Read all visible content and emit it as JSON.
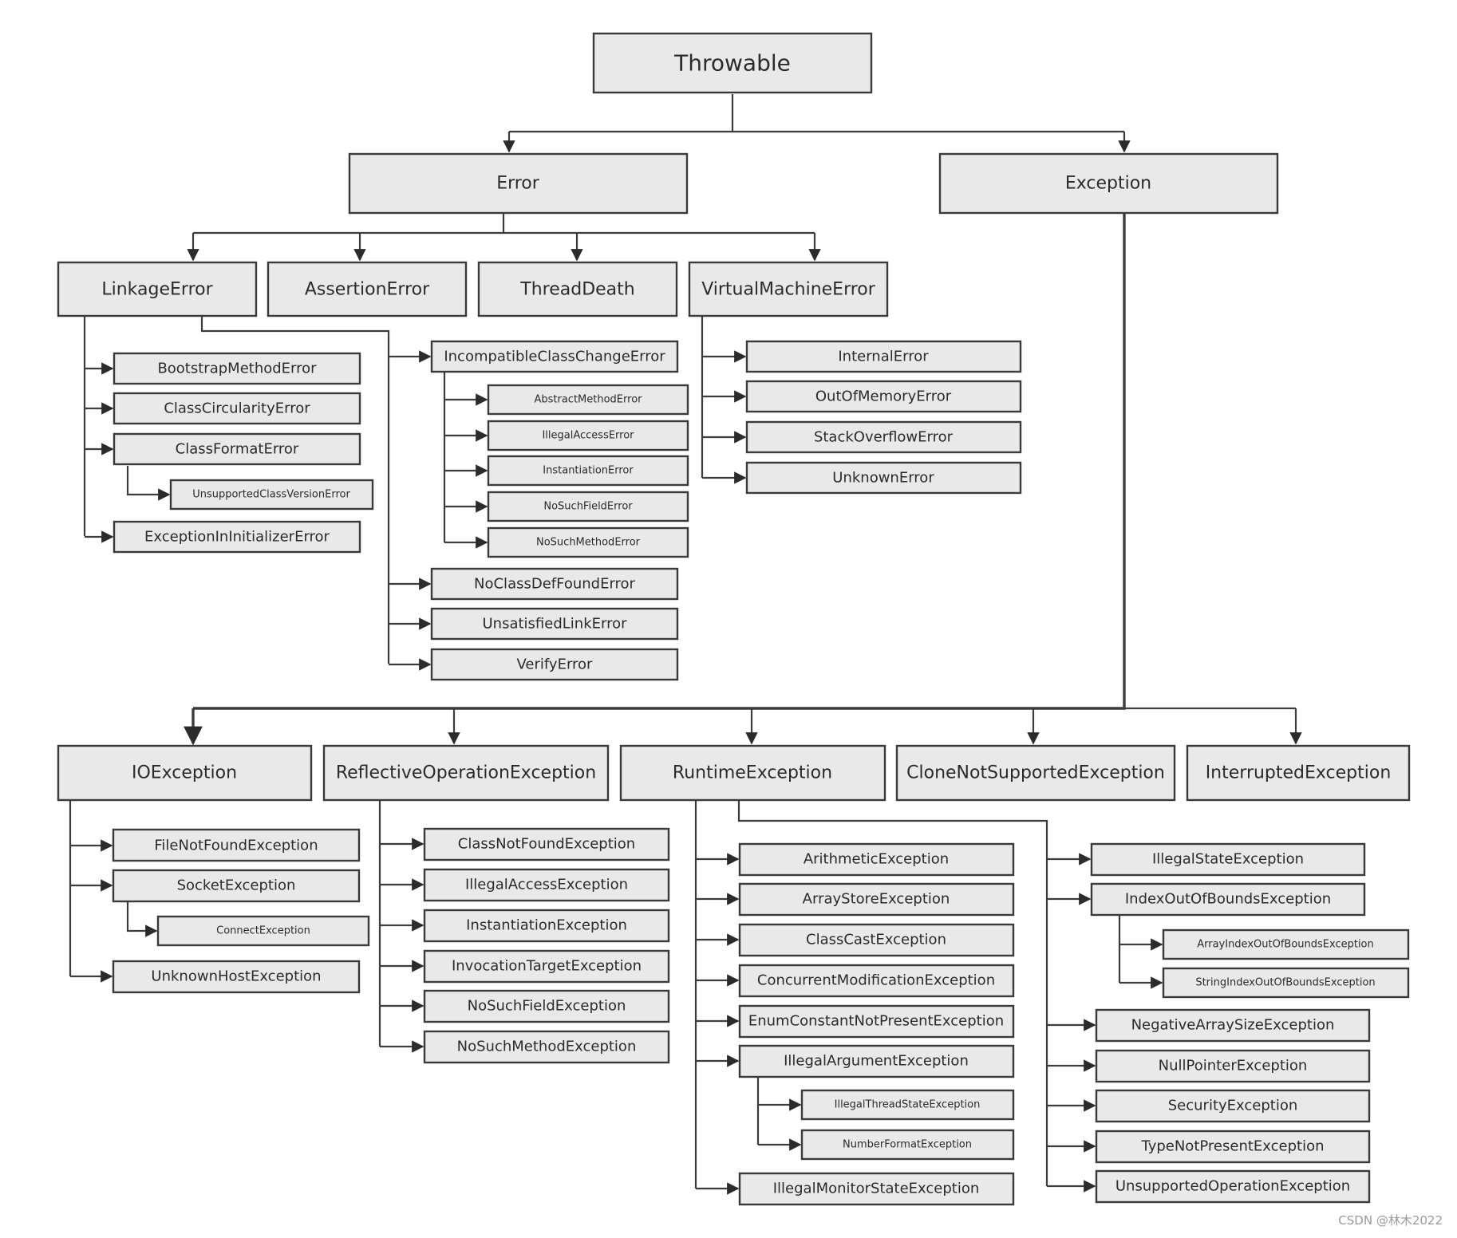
{
  "diagram": {
    "root": "Throwable",
    "error": {
      "label": "Error",
      "linkage": {
        "label": "LinkageError",
        "direct": [
          "BootstrapMethodError",
          "ClassCircularityError",
          "ClassFormatError",
          "ExceptionInInitializerError"
        ],
        "class_format_child": "UnsupportedClassVersionError",
        "icce": "IncompatibleClassChangeError",
        "icce_children": [
          "AbstractMethodError",
          "IllegalAccessError",
          "InstantiationError",
          "NoSuchFieldError",
          "NoSuchMethodError"
        ],
        "other": [
          "NoClassDefFoundError",
          "UnsatisfiedLinkError",
          "VerifyError"
        ]
      },
      "assertion": "AssertionError",
      "thread_death": "ThreadDeath",
      "vm": {
        "label": "VirtualMachineError",
        "children": [
          "InternalError",
          "OutOfMemoryError",
          "StackOverflowError",
          "UnknownError"
        ]
      }
    },
    "exception": {
      "label": "Exception",
      "io": {
        "label": "IOException",
        "children": [
          "FileNotFoundException",
          "SocketException",
          "UnknownHostException"
        ],
        "socket_child": "ConnectException"
      },
      "reflective": {
        "label": "ReflectiveOperationException",
        "children": [
          "ClassNotFoundException",
          "IllegalAccessException",
          "InstantiationException",
          "InvocationTargetException",
          "NoSuchFieldException",
          "NoSuchMethodException"
        ]
      },
      "runtime": {
        "label": "RuntimeException",
        "left": [
          "ArithmeticException",
          "ArrayStoreException",
          "ClassCastException",
          "ConcurrentModificationException",
          "EnumConstantNotPresentException",
          "IllegalArgumentException",
          "IllegalMonitorStateException"
        ],
        "iae_children": [
          "IllegalThreadStateException",
          "NumberFormatException"
        ],
        "right": [
          "IllegalStateException",
          "IndexOutOfBoundsException",
          "NegativeArraySizeException",
          "NullPointerException",
          "SecurityException",
          "TypeNotPresentException",
          "UnsupportedOperationException"
        ],
        "ioobe_children": [
          "ArrayIndexOutOfBoundsException",
          "StringIndexOutOfBoundsException"
        ]
      },
      "clone": "CloneNotSupportedException",
      "interrupted": "InterruptedException"
    }
  },
  "watermark": "CSDN @林木2022"
}
